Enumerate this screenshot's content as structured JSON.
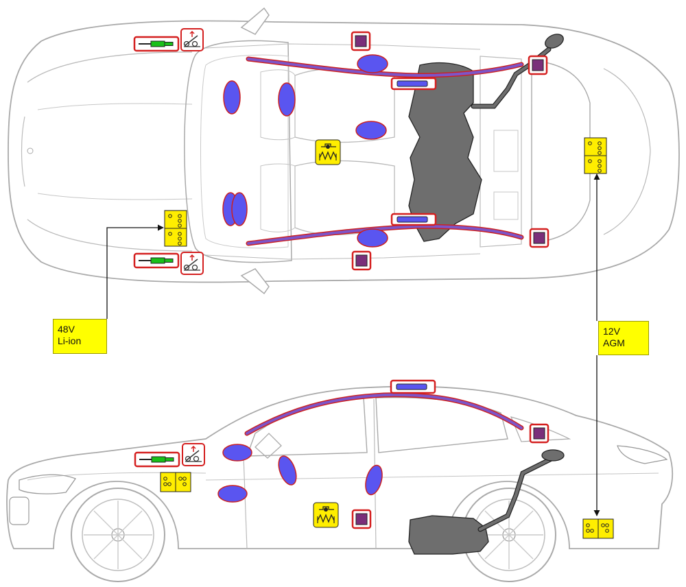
{
  "labels": {
    "battery_48v": {
      "line1": "48V",
      "line2": "Li-ion"
    },
    "battery_12v": {
      "line1": "12V",
      "line2": "AGM"
    }
  },
  "colors": {
    "outline": "#a9a9a9",
    "outline_dark": "#8a8a8a",
    "airbag_blue": "#5a55f0",
    "airbag_outline": "#cc2020",
    "curtain_purple": "#7d55c8",
    "sensor_purple": "#7a2f7a",
    "sensor_border": "#d41f1f",
    "battery_yellow": "#ffee00",
    "tank_gray": "#6e6e6e",
    "actuator_green": "#19c019",
    "leader_line": "#111111"
  },
  "icons": [
    "airbag-icon",
    "curtain-airbag-icon",
    "crash-sensor-icon",
    "seatbelt-pretensioner-icon",
    "hood-actuator-icon",
    "high-voltage-icon",
    "battery-icon",
    "fuel-tank-icon"
  ]
}
